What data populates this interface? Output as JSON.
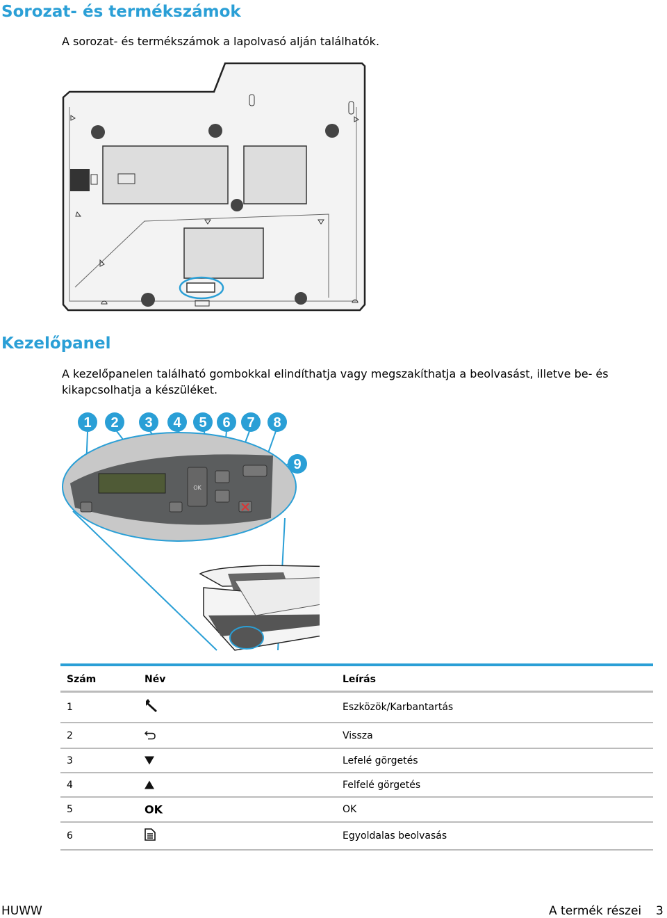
{
  "section1": {
    "title": "Sorozat- és termékszámok",
    "text": "A sorozat- és termékszámok a lapolvasó alján találhatók."
  },
  "section2": {
    "title": "Kezelőpanel",
    "text": "A kezelőpanelen található gombokkal elindíthatja vagy megszakíthatja a beolvasást, illetve be- és kikapcsolhatja a készüléket."
  },
  "callouts": [
    "1",
    "2",
    "3",
    "4",
    "5",
    "6",
    "7",
    "8",
    "9"
  ],
  "panel_ok_label": "OK",
  "table": {
    "headers": [
      "Szám",
      "Név",
      "Leírás"
    ],
    "rows": [
      {
        "num": "1",
        "icon": "wrench-icon",
        "desc": "Eszközök/Karbantartás"
      },
      {
        "num": "2",
        "icon": "back-arrow-icon",
        "desc": "Vissza"
      },
      {
        "num": "3",
        "icon": "down-triangle-icon",
        "desc": "Lefelé görgetés"
      },
      {
        "num": "4",
        "icon": "up-triangle-icon",
        "desc": "Felfelé görgetés"
      },
      {
        "num": "5",
        "icon": "ok-text-icon",
        "name_text": "OK",
        "desc": "OK"
      },
      {
        "num": "6",
        "icon": "single-page-scan-icon",
        "desc": "Egyoldalas beolvasás"
      }
    ]
  },
  "footer": {
    "left": "HUWW",
    "center": "A termék részei",
    "page": "3"
  }
}
